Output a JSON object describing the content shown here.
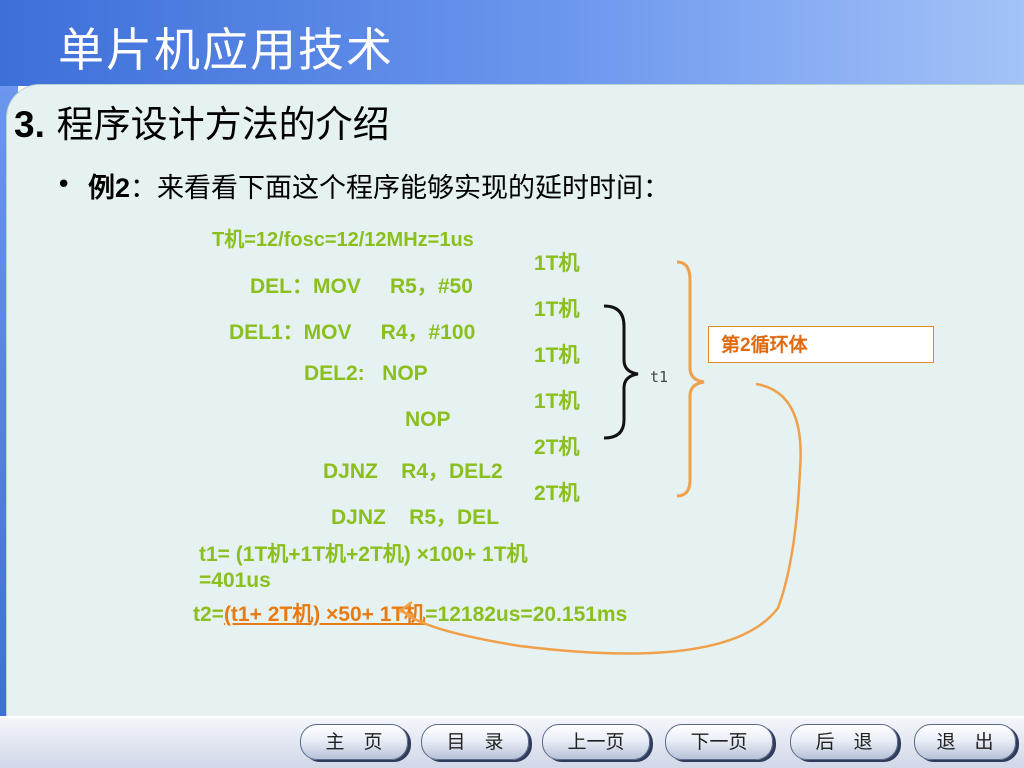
{
  "slide": {
    "title": "单片机应用技术",
    "heading_number": "3.",
    "heading_text": "程序设计方法的介绍",
    "bullet": "•",
    "example_label": "例2",
    "example_text": "：来看看下面这个程序能够实现的延时时间：",
    "machine_period": "T机=12/fosc=12/12MHz=1us",
    "code": [
      "DEL：MOV     R5，#50",
      "DEL1：MOV     R4，#100",
      "DEL2:   NOP",
      "NOP",
      "DJNZ    R4，DEL2",
      "DJNZ    R5，DEL"
    ],
    "cycles": [
      "1T机",
      "1T机",
      "1T机",
      "1T机",
      "2T机",
      "2T机"
    ],
    "t1_label": "t1",
    "loop_label": "第2循环体",
    "t1_formula_line1": "t1= (1T机+1T机+2T机) ×100+ 1T机",
    "t1_formula_line2": "=401us",
    "t2_prefix": "t2=",
    "t2_highlight1": "(t1+ 2T机) ×50+ 1T机",
    "t2_result": "=12182us=20.151ms"
  },
  "nav": {
    "home": "主　页",
    "contents": "目　录",
    "prev": "上一页",
    "next": "下一页",
    "back": "后　退",
    "exit": "退　出"
  },
  "colors": {
    "header": "#3d6fd8",
    "green_text": "#8abf1e",
    "orange_text": "#e87a12",
    "panel": "#e6f2f1"
  }
}
